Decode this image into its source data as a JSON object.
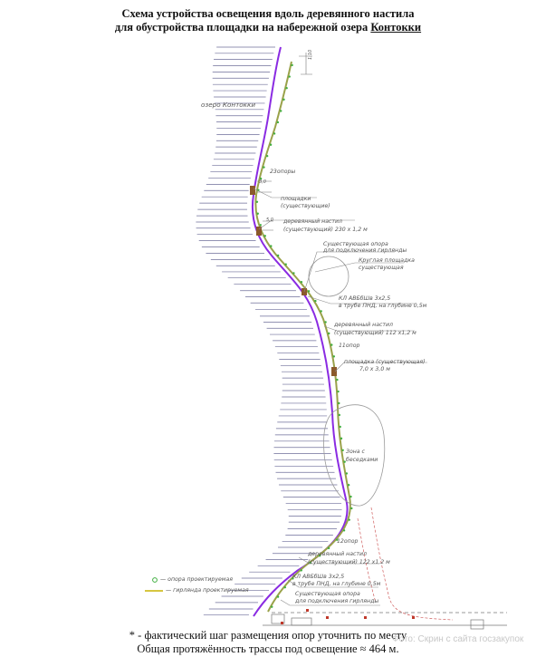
{
  "title": {
    "line1": "Схема устройства освещения вдоль деревянного настила",
    "line2_prefix": "для обустройства площадки на набережной озера ",
    "line2_lake": "Контокки"
  },
  "labels": {
    "lake": "озеро Контокки",
    "opory_23": "23опоры",
    "ploshchadki_1": "площадки",
    "ploshchadki_2": "(существующие)",
    "nastil_top_1": "деревянный настил",
    "nastil_top_2": "(существующий) 230 х 1,2 м",
    "opora_exist_1": "Существующая опора",
    "opora_exist_2": "для подключения гирлянды",
    "kruglaya_1": "Круглая площадка",
    "kruglaya_2": "существующая",
    "cable_1": "КЛ АВБбШв 3х2,5",
    "cable_2": "в трубе ПНД, на глубине 0,5м",
    "nastil_mid_1": "деревянный настил",
    "nastil_mid_2": "(существующий) 112 х1,2 м",
    "opory_11": "11опор",
    "ploshchadka_1": "площадка (существующая)",
    "ploshchadka_2": "7,0 х 3,0 м",
    "zona_1": "Зона с",
    "zona_2": "беседками",
    "opory_12": "12опор",
    "nastil_bot_1": "деревянный настил",
    "nastil_bot_2": "(существующий) 122 х1,2 м",
    "cable_b_1": "КЛ АВБбШв 3х2,5",
    "cable_b_2": "в трубе ПНД, на глубине 0,5м",
    "opora_exist_b_1": "Существующая опора",
    "opora_exist_b_2": "для подключения гирлянды",
    "dim_top": "1:10",
    "dim_a": "3,0",
    "dim_b": "5,0"
  },
  "legend": {
    "opora": "— опора проектируемая",
    "girlanda": "— гирлянда проектируемая"
  },
  "footer": {
    "note": "* - фактический шаг размещения опор уточнить по месту",
    "total": "Общая протяжённость трассы под освещение ≈ 464 м."
  },
  "watermark": "Фото: Скрин с сайта госзакупок",
  "colors": {
    "cable": "#8a2be2",
    "garland": "#9aa24a",
    "pole": "#3fae3f",
    "shore": "#6f6f9a",
    "platform": "#8b5a2b"
  }
}
